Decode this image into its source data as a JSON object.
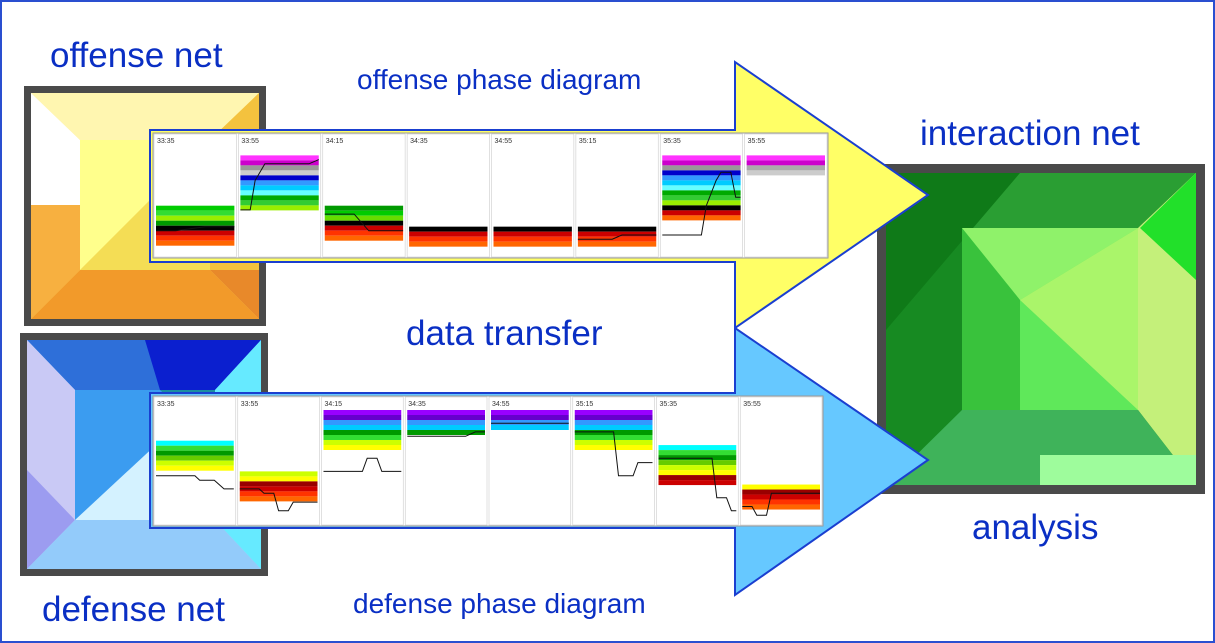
{
  "labels": {
    "offense_net": "offense net",
    "defense_net": "defense net",
    "interaction_net": "interaction net",
    "offense_phase_diagram": "offense phase diagram",
    "defense_phase_diagram": "defense phase diagram",
    "data_transfer": "data transfer",
    "analysis": "analysis"
  },
  "offense_timestamps": [
    "33:35",
    "33:55",
    "34:15",
    "34:35",
    "34:55",
    "35:15",
    "35:35",
    "35:55"
  ],
  "defense_timestamps": [
    "33:35",
    "33:55",
    "34:15",
    "34:35",
    "34:55",
    "35:15",
    "35:35",
    "35:55"
  ],
  "colors": {
    "label_text": "#0a2fc4",
    "frame": "#4a4a4a",
    "offense_arrow": "#ffff66",
    "defense_arrow": "#66c8ff",
    "arrow_outline": "#1a3fd0",
    "interaction_net": "#1f9a2a"
  }
}
